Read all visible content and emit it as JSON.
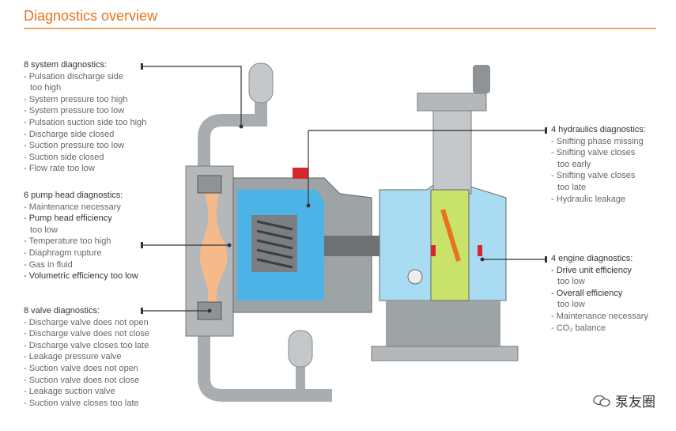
{
  "title": "Diagnostics overview",
  "groups": {
    "system": {
      "heading": "8 system diagnostics:",
      "items": [
        "- Pulsation discharge side",
        "too high",
        "- System pressure too high",
        "- System pressure too low",
        "- Pulsation suction side too high",
        "- Discharge side closed",
        "- Suction pressure too low",
        "- Suction side closed",
        "- Flow rate too low"
      ]
    },
    "pump_head": {
      "heading": "6 pump head diagnostics:",
      "items": [
        "- Maintenance necessary",
        "- Pump head efficiency",
        "too low",
        "- Temperature too high",
        "- Diaphragm rupture",
        "- Gas in fluid",
        "- Volumetric efficiency too low"
      ]
    },
    "valve": {
      "heading": "8 valve diagnostics:",
      "items": [
        "- Discharge valve does not open",
        "- Discharge valve does not close",
        "- Discharge valve closes too late",
        "- Leakage pressure valve",
        "- Suction valve does not open",
        "- Suction valve does not close",
        "- Leakage suction valve",
        "- Suction valve closes too late"
      ]
    },
    "hydraulics": {
      "heading": "4 hydraulics diagnostics:",
      "items": [
        "- Snifting phase missing",
        "- Snifting valve closes",
        "too early",
        "- Snifting valve closes",
        "too late",
        "- Hydraulic leakage"
      ]
    },
    "engine": {
      "heading": "4 engine diagnostics:",
      "items": [
        "- Drive unit efficiency",
        "too low",
        "- Overall efficiency",
        "too low",
        "- Maintenance necessary",
        "- CO₂ balance"
      ]
    }
  },
  "watermark": "泵友圈",
  "colors": {
    "accent": "#e8731c",
    "pipe": "#a9adb0",
    "blue": "#4cb4e6",
    "light_blue": "#a9dcf3",
    "orange_fluid": "#f5b98a",
    "lime": "#c9e26a",
    "red": "#d8262e"
  }
}
